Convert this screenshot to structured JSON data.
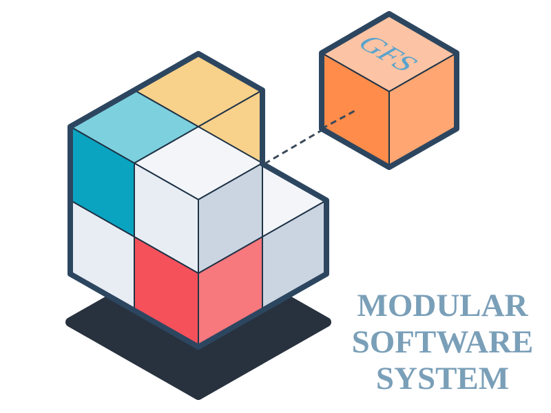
{
  "module_cube": {
    "label": "GFS"
  },
  "title": {
    "lines": [
      "MODULAR",
      "SOFTWARE",
      "SYSTEM"
    ]
  },
  "colors": {
    "outline": "#2d4660",
    "shadow": "#28323f",
    "yellow": "#f8d18a",
    "cyan_light": "#7dd0de",
    "cyan_dark": "#0aa4c0",
    "white_top": "#f3f5f9",
    "white_side": "#e8edf4",
    "gray_side": "#cbd5e1",
    "red": "#f5515b",
    "salmon": "#f7787d",
    "orange_top": "#fcc4a4",
    "orange_left": "#ff8c4a",
    "orange_right": "#ffa672",
    "label_blue": "#5aa3cc",
    "title": "#7a9fb8"
  }
}
